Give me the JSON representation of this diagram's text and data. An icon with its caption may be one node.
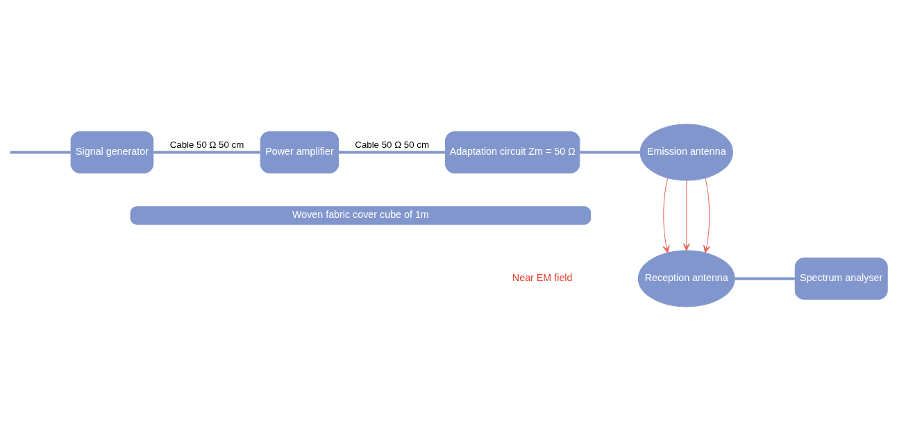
{
  "diagram": {
    "nodes": [
      {
        "text": [
          "Signal generator"
        ]
      },
      {
        "text": [
          "Power amplifier"
        ]
      },
      {
        "text": [
          "Adaptation circuit Zm = 50 Ω"
        ]
      },
      {
        "text": [
          "Emission antenna"
        ]
      },
      {
        "text": [
          "Woven fabric cover cube of 1m"
        ]
      },
      {
        "text": [
          "Reception antenna"
        ]
      },
      {
        "text": [
          "Spectrum analyser"
        ]
      }
    ],
    "edges": [
      {
        "from": null,
        "to": 0,
        "arrow": "none"
      },
      {
        "from": 0,
        "to": 1,
        "arrow": "none",
        "label": "Cable 50 Ω 50 cm"
      },
      {
        "from": 1,
        "to": 2,
        "arrow": "none",
        "label": "Cable 50 Ω 50 cm"
      },
      {
        "from": 2,
        "to": 3,
        "arrow": "none"
      },
      {
        "from": 3,
        "to": 5,
        "arrow": "to",
        "color": "#e8675a"
      },
      {
        "from": 3,
        "to": 5,
        "arrow": "to",
        "color": "#e8675a"
      },
      {
        "from": 3,
        "to": 5,
        "arrow": "to",
        "color": "#e8675a"
      },
      {
        "from": 5,
        "to": 6,
        "arrow": "none"
      }
    ],
    "labels": [
      "Near EM field"
    ]
  }
}
